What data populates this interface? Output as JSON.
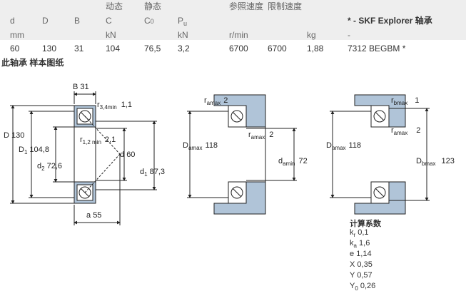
{
  "header": {
    "group_dynamic": "动态",
    "group_static": "静态",
    "group_speed": "参照速度",
    "group_limit": "限制速度",
    "cols": [
      "d",
      "D",
      "B",
      "C",
      "C",
      "P",
      "",
      "",
      "",
      "* - SKF Explorer 轴承"
    ],
    "col_subs": {
      "c0": "0",
      "pu": "u"
    },
    "units": [
      "mm",
      "",
      "",
      "kN",
      "",
      "kN",
      "r/min",
      "",
      "kg",
      "-"
    ]
  },
  "row": [
    "60",
    "130",
    "31",
    "104",
    "76,5",
    "3,2",
    "6700",
    "6700",
    "1,88",
    "7312 BEGBM *"
  ],
  "note": "此轴承 样本图纸",
  "drawing1": {
    "B": "B",
    "B_val": "31",
    "r34": "r",
    "r34_sub": "3,4min",
    "r34_val": "1,1",
    "D": "D",
    "D_val": "130",
    "D1": "D",
    "D1_sub": "1",
    "D1_val": "104,8",
    "d2": "d",
    "d2_sub": "2",
    "d2_val": "72,6",
    "r12": "r",
    "r12_sub": "1,2 min",
    "r12_val": "2,1",
    "d": "d",
    "d_val": "60",
    "d1": "d",
    "d1_sub": "1",
    "d1_val": "87,3",
    "a": "a",
    "a_val": "55"
  },
  "drawing2": {
    "ra1": "r",
    "ra1_sub": "amax",
    "ra1_val": "2",
    "ra2": "r",
    "ra2_sub": "amax",
    "ra2_val": "2",
    "Da": "D",
    "Da_sub": "amax",
    "Da_val": "118",
    "da": "d",
    "da_sub": "amin",
    "da_val": "72"
  },
  "drawing3": {
    "rb": "r",
    "rb_sub": "bmax",
    "rb_val": "1",
    "ra": "r",
    "ra_sub": "amax",
    "ra_val": "2",
    "Da": "D",
    "Da_sub": "amax",
    "Da_val": "118",
    "Db": "D",
    "Db_sub": "bmax",
    "Db_val": "123"
  },
  "calc": {
    "title": "计算系数",
    "kr": "k",
    "kr_sub": "r",
    "kr_val": "0,1",
    "ka": "k",
    "ka_sub": "a",
    "ka_val": "1,6",
    "e": "e",
    "e_val": "1,14",
    "X": "X",
    "X_val": "0,35",
    "Y": "Y",
    "Y_val": "0,57",
    "Y0": "Y",
    "Y0_sub": "0",
    "Y0_val": "0,26"
  },
  "colors": {
    "header_bg": "#eeeeee",
    "housing_blue": "#b0c4d8",
    "line": "#222222"
  }
}
